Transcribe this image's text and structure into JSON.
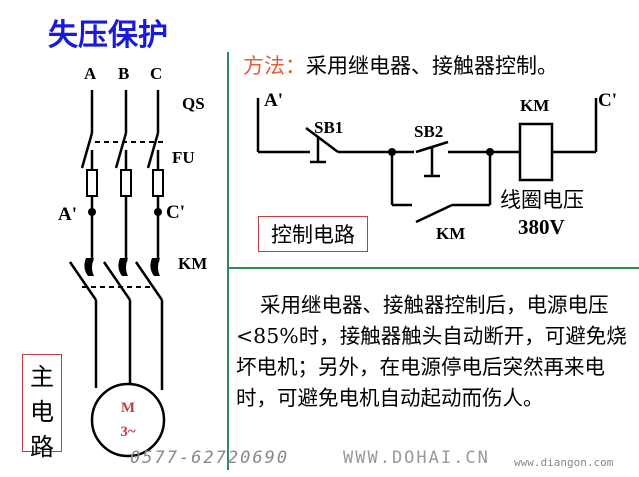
{
  "title": "失压保护",
  "phases": [
    "A",
    "B",
    "C"
  ],
  "main_circuit": {
    "qs_label": "QS",
    "fu_label": "FU",
    "a_prime": "A'",
    "c_prime": "C'",
    "km_label": "KM",
    "motor_label": "M",
    "motor_phase": "3~",
    "box_chars": [
      "主",
      "电",
      "路"
    ]
  },
  "method": {
    "label": "方法：",
    "text": "采用继电器、接触器控制。"
  },
  "control_circuit": {
    "a_prime": "A'",
    "c_prime": "C'",
    "sb1": "SB1",
    "sb2": "SB2",
    "km_coil": "KM",
    "km_contact": "KM",
    "coil_voltage_text": "线圈电压",
    "coil_voltage_value": "380V",
    "box_label": "控制电路"
  },
  "description": "采用继电器、接触器控制后，电源电压<85%时，接触器触头自动断开，可避免烧坏电机；另外，在电源停电后突然再来电时，可避免电机自动起动而伤人。",
  "watermarks": {
    "phone": "0577-62720690",
    "site": "WWW.DOHAI.CN",
    "site2": "www.diangon.com"
  },
  "colors": {
    "title": "#1a1adc",
    "method_label": "#e0603c",
    "box_border": "#c04040",
    "divider": "#2e8b57",
    "motor_text": "#c04040"
  }
}
